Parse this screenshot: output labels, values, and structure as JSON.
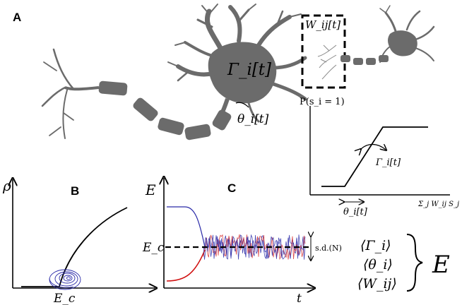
{
  "panels": {
    "a": {
      "letter": "A"
    },
    "b": {
      "letter": "B"
    },
    "c": {
      "letter": "C"
    }
  },
  "panel_a": {
    "soma_label": "Γ_i[t]",
    "threshold_label": "θ_i[t]",
    "synapse_label": "W_ij[t]"
  },
  "transfer_function": {
    "y_label": "P(s_i = 1)",
    "gain_label": "Γ_i[t]",
    "threshold_label": "θ_i[t]",
    "x_label": "Σ_j W_ij S_j"
  },
  "panel_b": {
    "y_label": "ρ",
    "x_tick_label": "E_c"
  },
  "panel_c": {
    "y_label": "E",
    "y_tick_label": "E_c",
    "x_label": "t",
    "band_label": "s.d.(N)"
  },
  "averages": {
    "items": [
      "⟨Γ_i⟩",
      "⟨θ_i⟩",
      "⟨W_ij⟩"
    ],
    "result": "E"
  },
  "colors": {
    "neuron": "#6b6b6b",
    "series_upper": "#2a2aa8",
    "series_lower": "#d01010"
  }
}
